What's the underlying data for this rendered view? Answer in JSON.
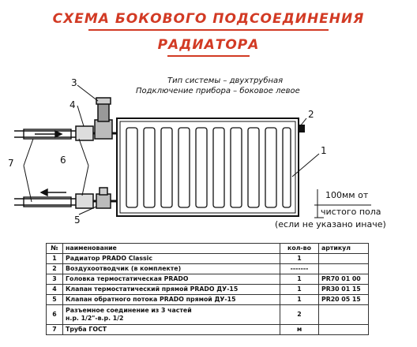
{
  "title": {
    "line1": "СХЕМА БОКОВОГО ПОДСОЕДИНЕНИЯ",
    "line2": "РАДИАТОРА"
  },
  "notes": {
    "system_type": "Тип системы – двухтрубная",
    "connection": "Подключение прибора – боковое левое",
    "distance": "100мм от",
    "floor": "чистого пола",
    "otherwise": "(если не указано иначе)"
  },
  "callouts": [
    "1",
    "2",
    "3",
    "4",
    "5",
    "6",
    "7"
  ],
  "table": {
    "headers": [
      "№",
      "наименование",
      "кол-во",
      "артикул"
    ],
    "rows": [
      {
        "n": "1",
        "name": "Радиатор PRADO Classic",
        "qty": "1",
        "art": ""
      },
      {
        "n": "2",
        "name": "Воздухоотводчик (в комплекте)",
        "qty": "-------",
        "art": ""
      },
      {
        "n": "3",
        "name": "Головка термостатическая PRADO",
        "qty": "1",
        "art": "PR70 01 00"
      },
      {
        "n": "4",
        "name": "Клапан термостатический прямой PRADO ДУ-15",
        "qty": "1",
        "art": "PR30 01 15"
      },
      {
        "n": "5",
        "name": "Клапан обратного потока PRADO прямой ДУ-15",
        "qty": "1",
        "art": "PR20 05 15"
      },
      {
        "n": "6",
        "name": "Разъемное соединение из 3 частей",
        "name2": "н.р. 1/2\"-в.р. 1/2",
        "qty": "2",
        "art": ""
      },
      {
        "n": "7",
        "name": "Труба ГОСТ",
        "qty": "м",
        "art": ""
      }
    ]
  }
}
